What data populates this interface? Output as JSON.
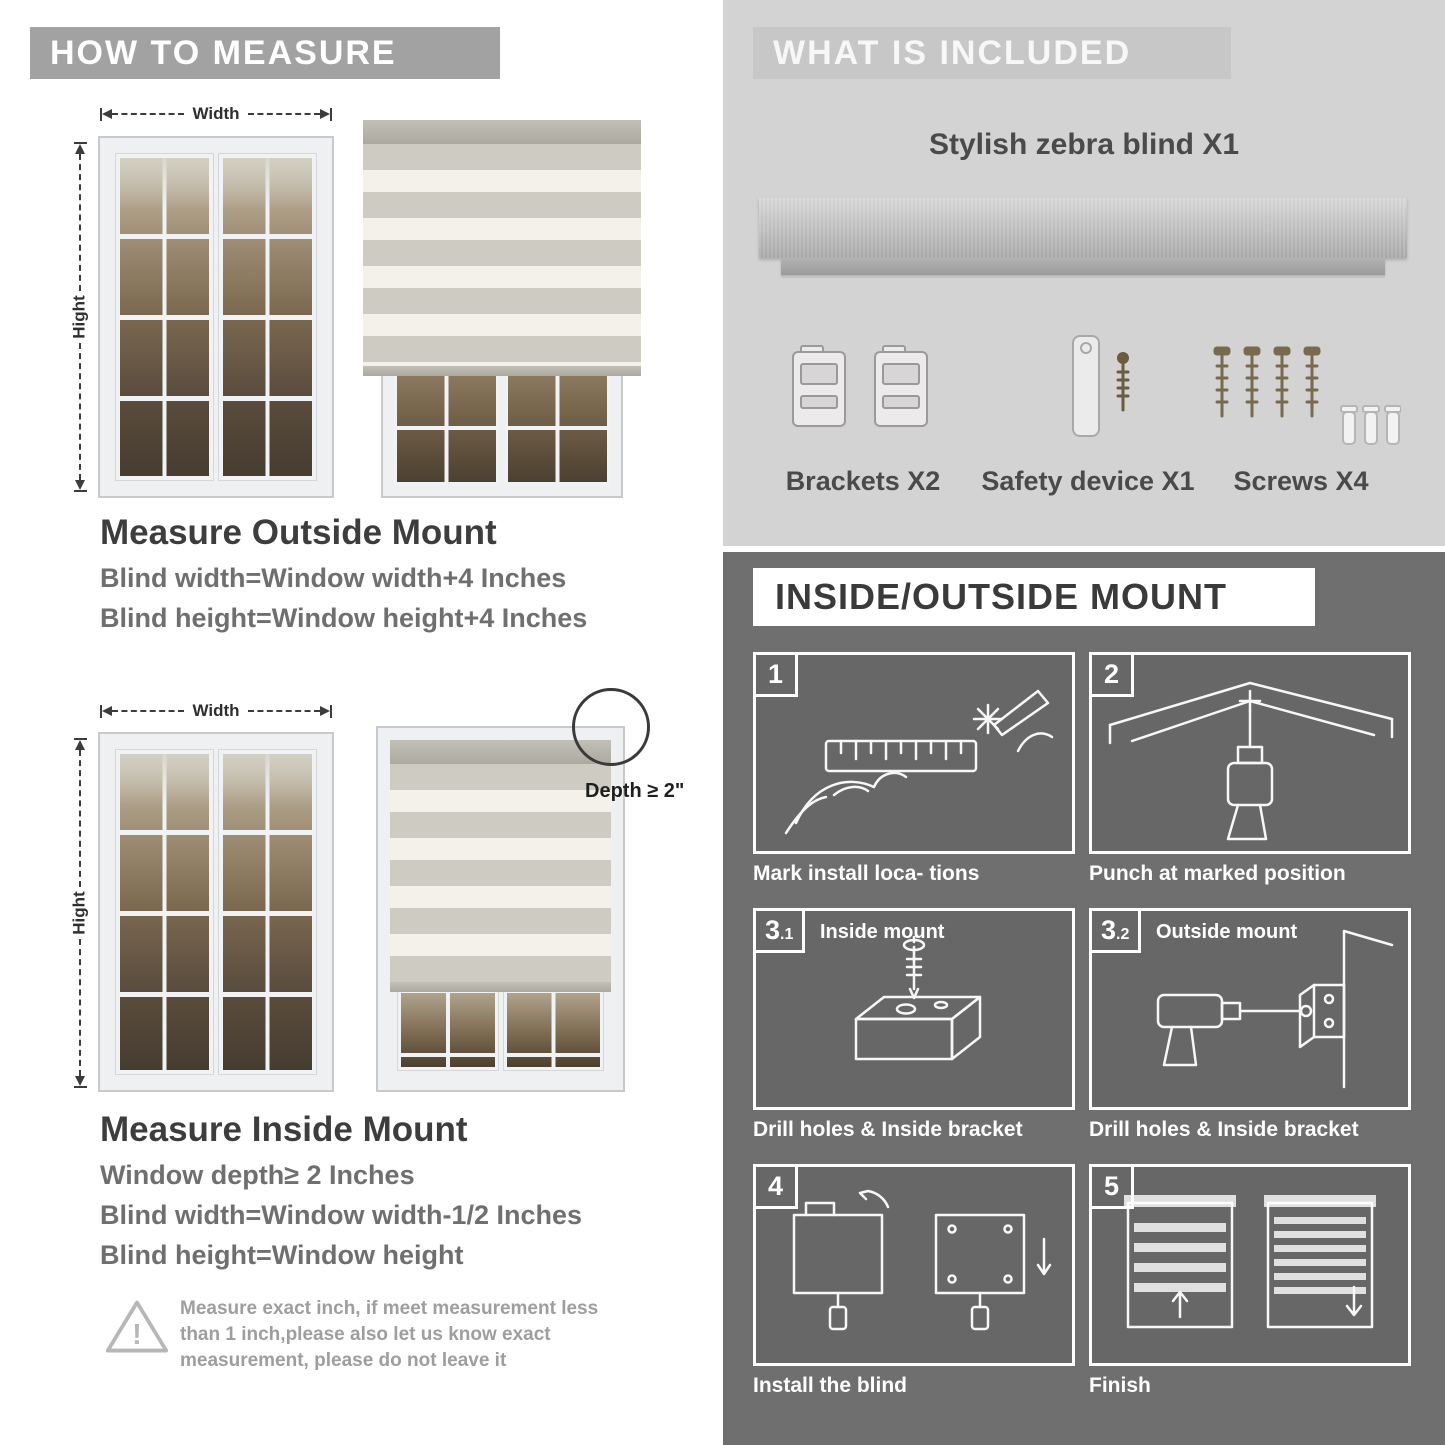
{
  "measure": {
    "header": "HOW TO MEASURE",
    "labels": {
      "width": "Width",
      "height": "Hight",
      "depth": "Depth ≥ 2\""
    },
    "outside": {
      "title": "Measure Outside Mount",
      "lines": [
        "Blind width=Window width+4 Inches",
        "Blind height=Window height+4 Inches"
      ]
    },
    "inside": {
      "title": "Measure Inside Mount",
      "lines": [
        "Window depth≥ 2 Inches",
        "Blind width=Window width-1/2 Inches",
        "Blind height=Window height"
      ]
    },
    "warning_mark": "!",
    "warning_lines": [
      "Measure exact inch, if meet measurement less",
      "than 1 inch,please also let us know exact",
      "measurement, please do not leave it"
    ]
  },
  "included": {
    "header": "WHAT IS INCLUDED",
    "product": "Stylish zebra blind X1",
    "items": [
      {
        "label": "Brackets X2"
      },
      {
        "label": "Safety device X1"
      },
      {
        "label": "Screws X4"
      }
    ]
  },
  "mount": {
    "header": "INSIDE/OUTSIDE MOUNT",
    "steps": [
      {
        "num": "1",
        "sub": "",
        "label": "",
        "caption": "Mark install loca- tions"
      },
      {
        "num": "2",
        "sub": "",
        "label": "",
        "caption": "Punch at  marked position"
      },
      {
        "num": "3",
        "sub": ".1",
        "label": "Inside mount",
        "caption": "Drill holes &  Inside bracket"
      },
      {
        "num": "3",
        "sub": ".2",
        "label": "Outside mount",
        "caption": "Drill holes &  Inside bracket"
      },
      {
        "num": "4",
        "sub": "",
        "label": "",
        "caption": "Install the blind"
      },
      {
        "num": "5",
        "sub": "",
        "label": "",
        "caption": "Finish"
      }
    ]
  },
  "colors": {
    "header_bar_gray": "#a2a2a2",
    "included_bg": "#d3d3d3",
    "mount_bg": "#6f6f6f",
    "heading_dark": "#3d3d3d",
    "body_gray": "#6f6f6f",
    "blind_stripe_gray": "#cecbc2",
    "blind_stripe_cream": "#f3f1ea"
  }
}
